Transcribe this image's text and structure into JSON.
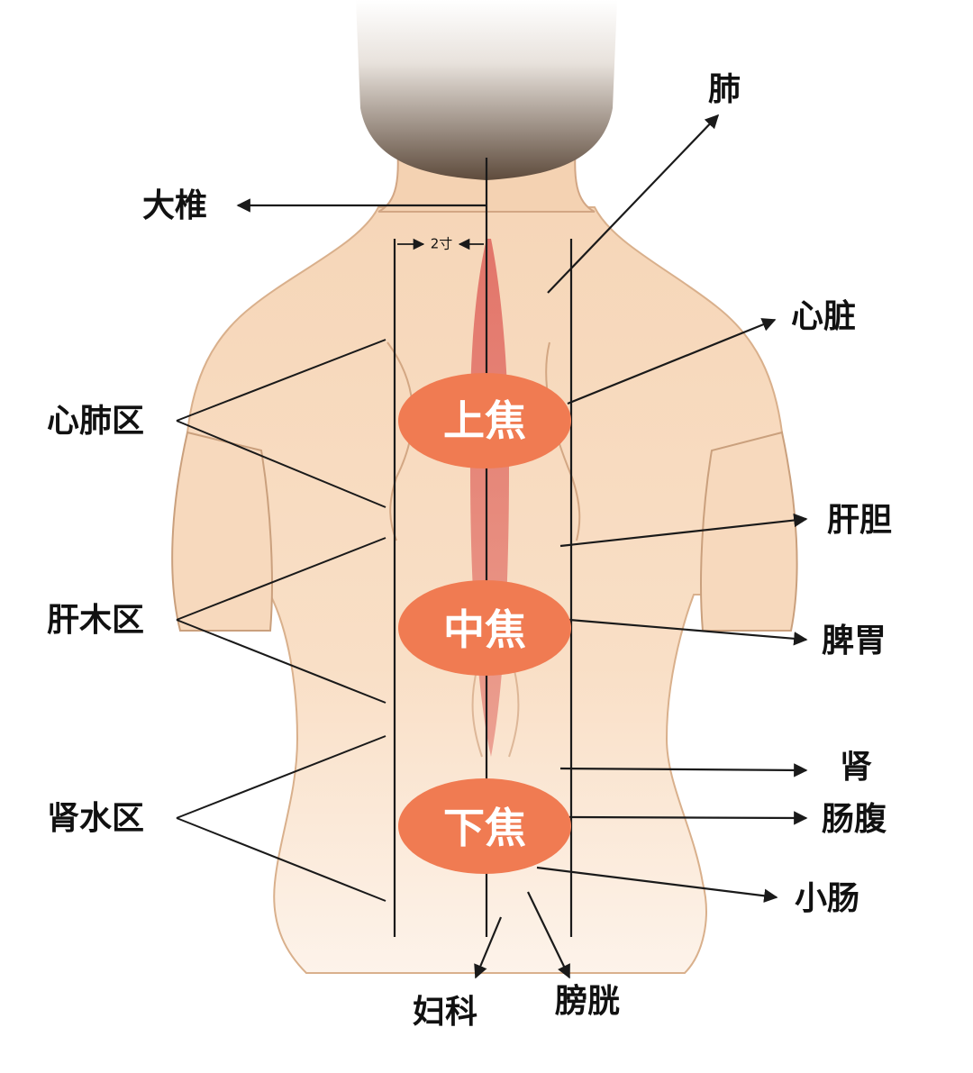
{
  "labels": {
    "dazhui": "大椎",
    "lung": "肺",
    "heart": "心脏",
    "liver_gallbladder": "肝胆",
    "spleen_stomach": "脾胃",
    "kidney": "肾",
    "intestine_abdomen": "肠腹",
    "small_intestine": "小肠",
    "gynecology": "妇科",
    "bladder": "膀胱",
    "heart_lung_zone": "心肺区",
    "liver_wood_zone": "肝木区",
    "kidney_water_zone": "肾水区"
  },
  "measure": "2寸",
  "burners": {
    "upper": "上焦",
    "middle": "中焦",
    "lower": "下焦"
  },
  "colors": {
    "skin": "#f7dcc0",
    "skin_light": "#fcebd9",
    "skin_shadow": "#e9c09a",
    "hair": "#6e5a49",
    "spine": "#e06a61",
    "oval": "#f07b52",
    "line": "#1a1a1a"
  }
}
